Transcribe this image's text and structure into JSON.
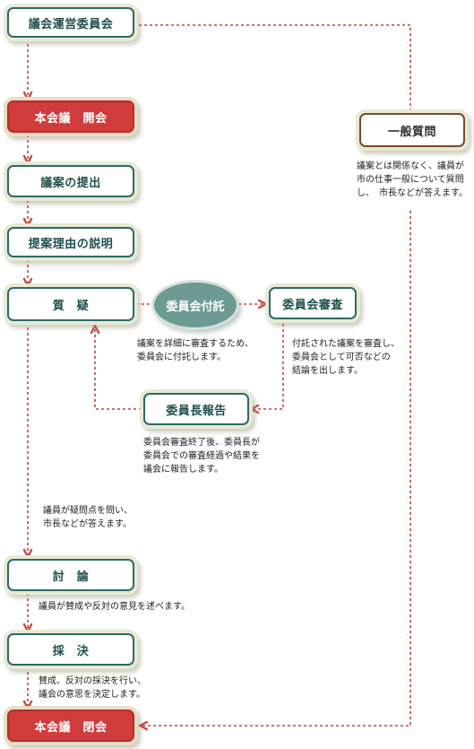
{
  "nodes": {
    "committee_management": "議会運営委員会",
    "plenary_open": "本会議　開会",
    "bill_submission": "議案の提出",
    "reason_explanation": "提案理由の説明",
    "questions": "質　疑",
    "committee_referral": "委員会付託",
    "committee_review": "委員会審査",
    "chair_report": "委員長報告",
    "debate": "討　論",
    "vote": "採　決",
    "plenary_close": "本会議　閉会",
    "general_questions": "一般質問"
  },
  "notes": {
    "referral": [
      "議案を詳細に審査するため、",
      "委員会に付託します。"
    ],
    "review": [
      "付託された議案を審査し、",
      "委員会として可否などの",
      "結論を出します。"
    ],
    "report": [
      "委員会審査終了後、委員長が",
      "委員会での審査経過や結果を",
      "議会に報告します。"
    ],
    "questions": [
      "議員が疑問点を問い、",
      "市長などが答えます。"
    ],
    "debate": [
      "議員が賛成や反対の意見を述べます。"
    ],
    "vote": [
      "賛成、反対の採決を行い、",
      "議会の意思を決定します。"
    ],
    "general_questions": [
      "議案とは関係なく、議員が",
      "市の仕事一般について質問",
      "し、　市長などが答えます。"
    ]
  },
  "colors": {
    "arrow": "#c9413b",
    "box_border": "#2d6a66",
    "red_box": "#d03b3b",
    "oval": "#6e9a94"
  }
}
